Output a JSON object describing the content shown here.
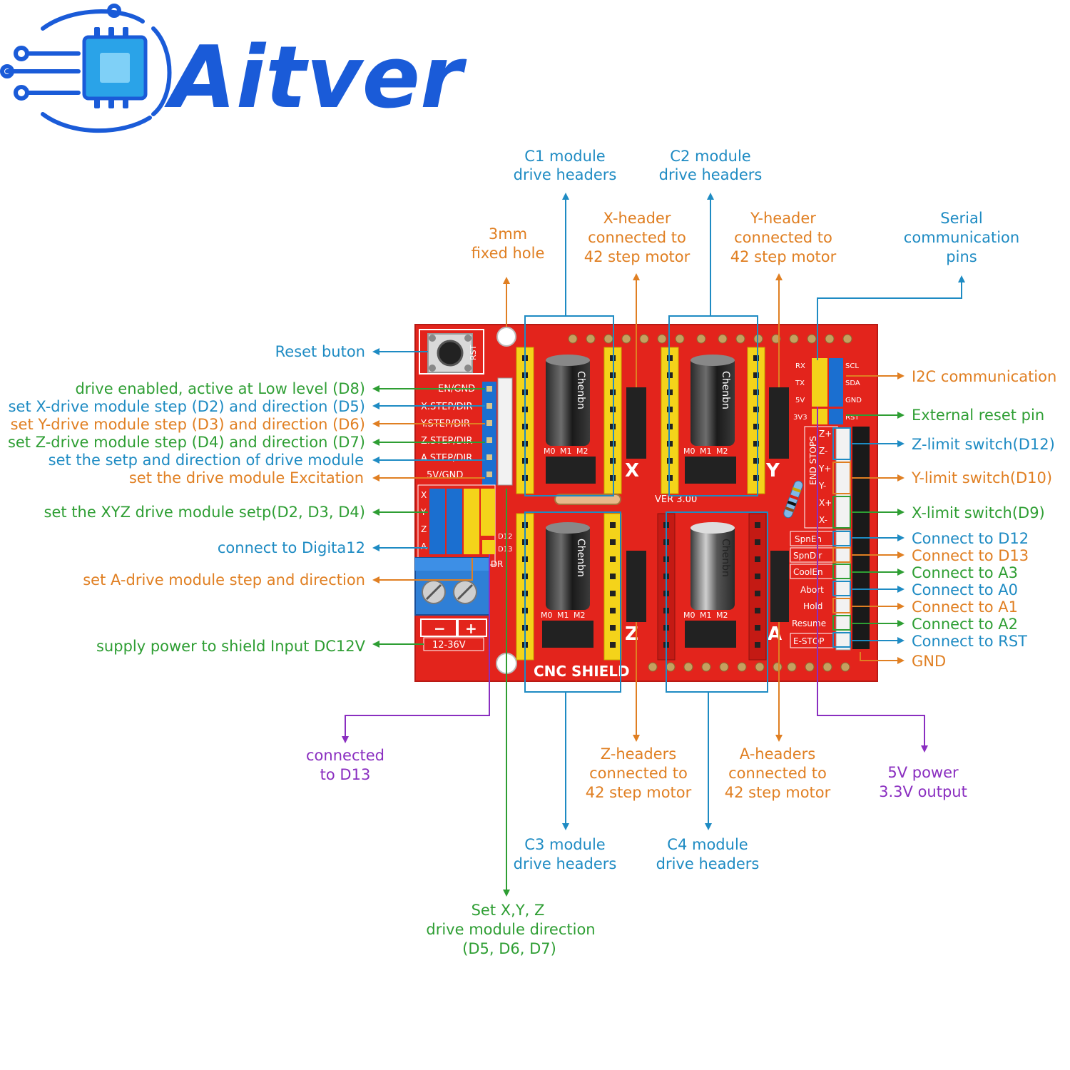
{
  "brand": {
    "name": "Aitver"
  },
  "colors": {
    "blue": "#1e8bc3",
    "orange": "#e07f22",
    "green": "#2e9e33",
    "purple": "#8a2ec0",
    "board": "#e3241c",
    "brand_blue": "#1a5bd8"
  },
  "board": {
    "silk": {
      "rst": "RST",
      "en_gnd": "EN/GND",
      "x_step": "X.STEP/DIR",
      "y_step": "Y.STEP/DIR",
      "z_step": "Z.STEP/DIR",
      "a_step": "A.STEP/DIR",
      "sv_gnd": "5V/GND",
      "rx": "RX",
      "tx": "TX",
      "v5": "5V",
      "v33": "3V3",
      "scl": "SCL",
      "sda": "SDA",
      "gnd": "GND",
      "rst2": "RST",
      "end_stops": "END STOPS",
      "zp": "Z+",
      "zm": "Z-",
      "yp": "Y+",
      "ym": "Y-",
      "xp": "X+",
      "xm": "X-",
      "spnen": "SpnEn",
      "spndir": "SpnDir",
      "coolen": "CoolEn",
      "abort": "Abort",
      "hold": "Hold",
      "resume": "Resume",
      "estop": "E-STOP",
      "ver": "VER 3.00",
      "cnc_shield": "CNC SHIELD",
      "d12": "D12",
      "d13": "D13",
      "adr": "A.DR",
      "minus": "−",
      "plus": "+",
      "voltage": "12-36V",
      "lx": "X",
      "ly": "Y",
      "lz": "Z",
      "la": "A",
      "jx": "X",
      "jy": "Y",
      "jz": "Z",
      "ja": "A",
      "m0": "M0",
      "m1": "M1",
      "m2": "M2",
      "brand_cap": "Chenbn"
    }
  },
  "labels": {
    "c1": [
      "C1 module",
      "drive headers"
    ],
    "c2": [
      "C2 module",
      "drive headers"
    ],
    "c3": [
      "C3 module",
      "drive headers"
    ],
    "c4": [
      "C4 module",
      "drive headers"
    ],
    "hole": [
      "3mm",
      "fixed hole"
    ],
    "xheader": [
      "X-header",
      "connected to",
      "42 step motor"
    ],
    "yheader": [
      "Y-header",
      "connected to",
      "42 step motor"
    ],
    "zheaders": [
      "Z-headers",
      "connected to",
      "42 step motor"
    ],
    "aheaders": [
      "A-headers",
      "connected to",
      "42 step motor"
    ],
    "serial": [
      "Serial",
      "communication",
      "pins"
    ],
    "reset": "Reset buton",
    "enable": "drive enabled, active at Low level (D8)",
    "xstep": "set X-drive module step (D2) and direction (D5)",
    "ystep": "set Y-drive module step (D3) and direction (D6)",
    "zstep": "set Z-drive module step (D4) and direction (D7)",
    "astep": "set the setp and direction of drive module",
    "excite": "set the drive module Excitation",
    "xyz": "set the XYZ drive module setp(D2, D3, D4)",
    "digital12": "connect to Digita12",
    "adrive": "set A-drive module step and direction",
    "power": "supply power to shield Input DC12V",
    "d13": [
      "connected",
      "to D13"
    ],
    "xyzdir": [
      "Set X,Y, Z",
      "drive module direction",
      "(D5, D6, D7)"
    ],
    "pwr_out": [
      "5V  power",
      "3.3V  output"
    ],
    "i2c": "I2C communication",
    "extreset": "External reset pin",
    "zlimit": "Z-limit switch(D12)",
    "ylimit": "Y-limit switch(D10)",
    "xlimit": "X-limit switch(D9)",
    "cd12": "Connect to D12",
    "cd13": "Connect to D13",
    "ca3": "Connect to A3",
    "ca0": "Connect to A0",
    "ca1": "Connect to A1",
    "ca2": "Connect to A2",
    "crst": "Connect to RST",
    "gnd": "GND"
  }
}
